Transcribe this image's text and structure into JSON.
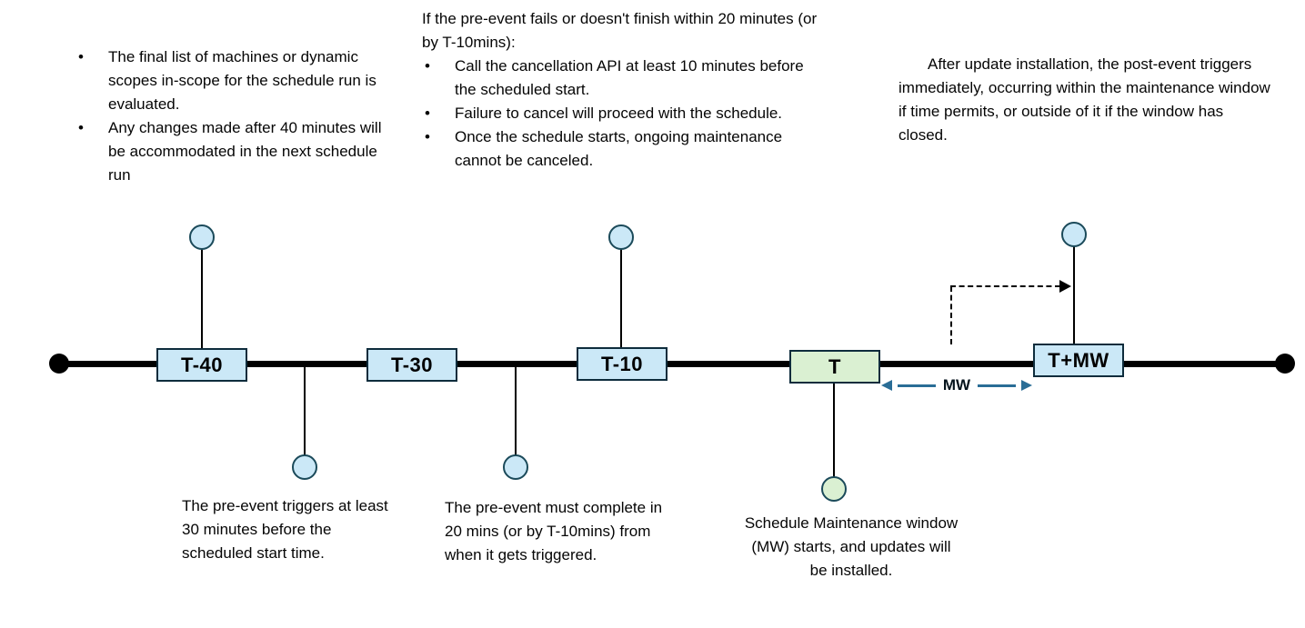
{
  "colors": {
    "box_blue_fill": "#cbe8f7",
    "box_green_fill": "#daf0d2",
    "box_border": "#0e2c3c",
    "circle_border": "#1b4a5a",
    "timeline": "#000000",
    "mw_arrow": "#2a6d96"
  },
  "timeline": {
    "milestones": [
      {
        "label": "T-40"
      },
      {
        "label": "T-30"
      },
      {
        "label": "T-10"
      },
      {
        "label": "T"
      },
      {
        "label": "T+MW"
      }
    ],
    "mw_label": "MW"
  },
  "notes": {
    "top_left": {
      "bullets": [
        "The final list of machines or dynamic scopes in-scope for the schedule run is evaluated.",
        "Any changes made after 40 minutes will be accommodated in the next schedule run"
      ]
    },
    "top_center": {
      "intro": "If the pre-event fails or doesn't finish within 20 minutes (or by T-10mins):",
      "bullets": [
        "Call the cancellation API at least 10 minutes before the scheduled start.",
        "Failure to cancel will proceed with the schedule.",
        "Once the schedule starts, ongoing maintenance cannot be canceled."
      ]
    },
    "top_right": {
      "text": "After update installation, the post-event triggers immediately, occurring within the maintenance window if time permits, or outside of it if the window has closed."
    },
    "bottom_pre_event_trigger": {
      "text": "The pre-event triggers at least 30 minutes before the scheduled start time."
    },
    "bottom_pre_event_complete": {
      "text": "The pre-event must complete in 20 mins (or by T-10mins) from when it gets triggered."
    },
    "bottom_mw_start": {
      "text": "Schedule Maintenance window (MW) starts, and updates will be installed."
    }
  }
}
